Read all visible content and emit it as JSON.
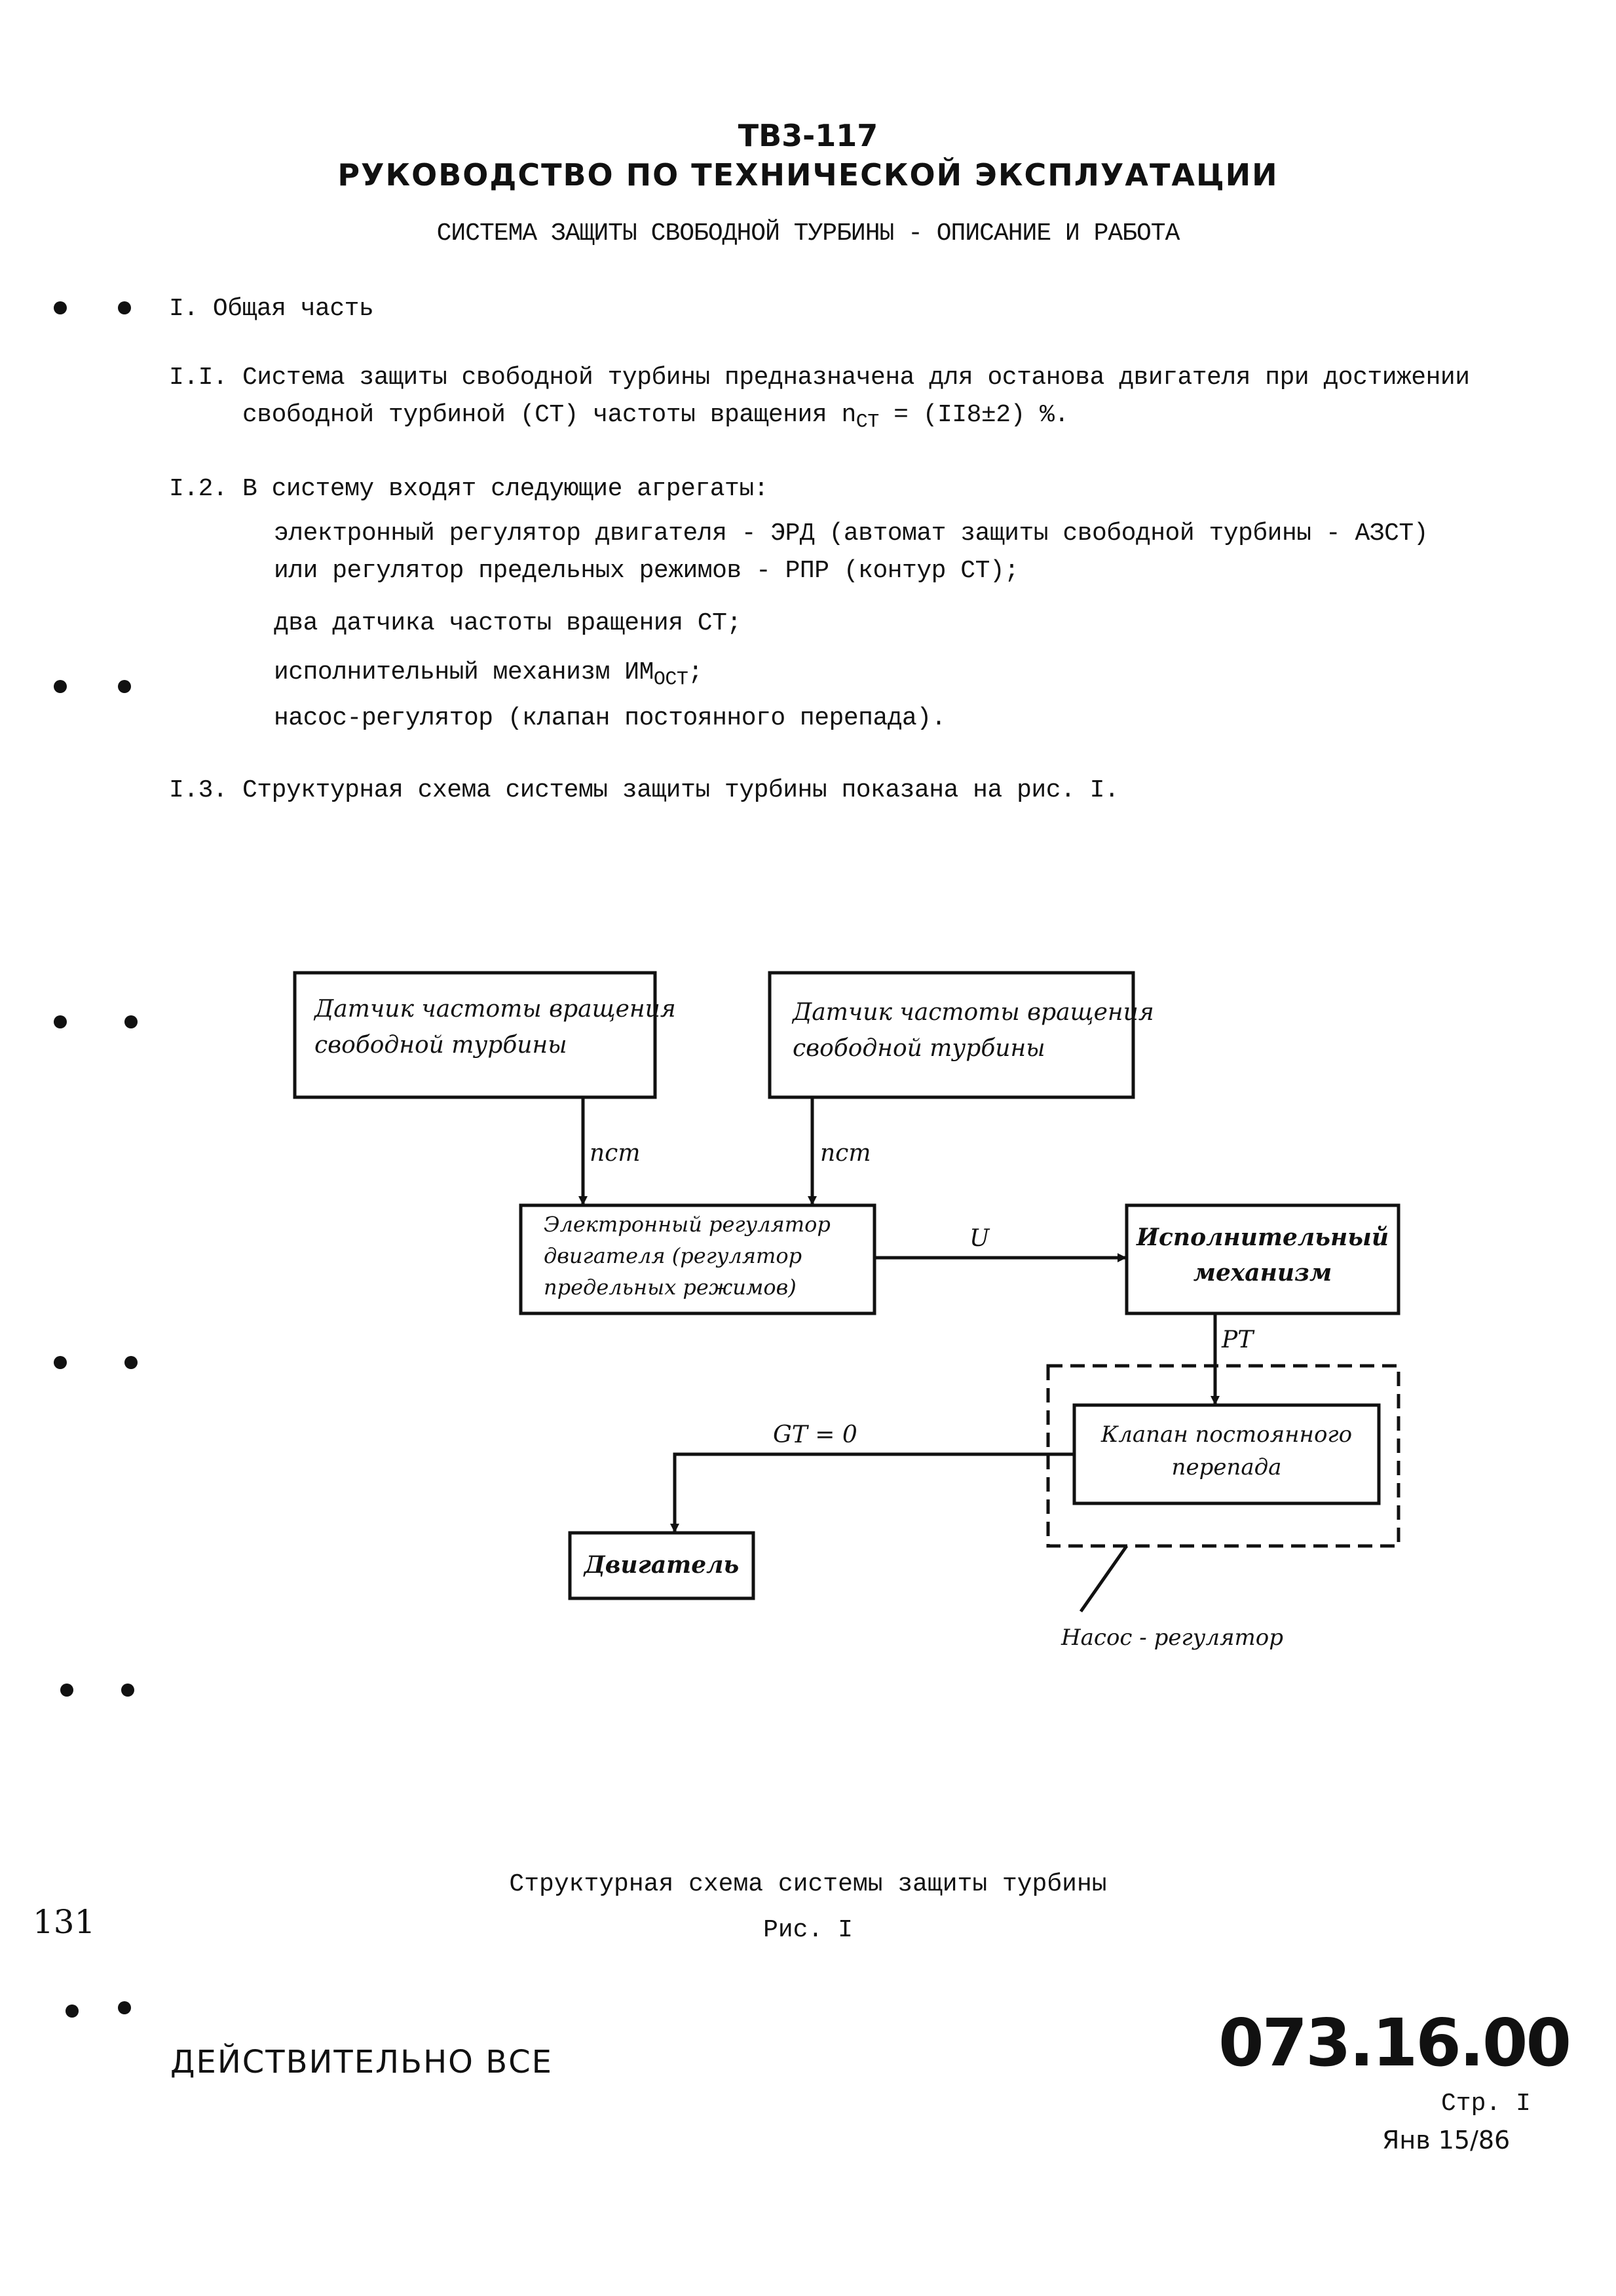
{
  "header": {
    "doc_code": "ТВ3-117",
    "manual_title": "РУКОВОДСТВО ПО ТЕХНИЧЕСКОЙ ЭКСПЛУАТАЦИИ",
    "section_title": "СИСТЕМА ЗАЩИТЫ СВОБОДНОЙ ТУРБИНЫ - ОПИСАНИЕ И РАБОТА"
  },
  "body": {
    "s1": "I. Общая часть",
    "s1_1_num": "I.I.",
    "s1_1_line1": "Система защиты свободной турбины предназначена для останова двигателя при достижении",
    "s1_1_line2_pre": "свободной турбиной (СТ) частоты вращения n",
    "s1_1_line2_sub": "СТ",
    "s1_1_line2_post": " = (II8±2) %.",
    "s1_2_num": "I.2.",
    "s1_2_intro": "В систему входят следующие агрегаты:",
    "items": {
      "i1_line1": "электронный регулятор двигателя - ЭРД (автомат защиты свободной турбины - АЗСТ)",
      "i1_line2": "или регулятор предельных режимов - РПР (контур СТ);",
      "i2": "два датчика частоты вращения СТ;",
      "i3_pre": "исполнительный механизм ИМ",
      "i3_sub": "ОСТ",
      "i3_post": ";",
      "i4": "насос-регулятор (клапан постоянного перепада)."
    },
    "s1_3_num": "I.3.",
    "s1_3": "Структурная схема системы защиты турбины показана на рис. I."
  },
  "diagram": {
    "sensor1": [
      "Датчик  частоты вращения",
      "свободной   турбины"
    ],
    "sensor2": [
      "Датчик частоты вращения",
      "свободной  турбины"
    ],
    "signal_n": "nст",
    "controller": [
      "Электронный  регулятор",
      "двигателя (регулятор",
      "предельных режимов)"
    ],
    "signal_u": "U",
    "actuator": [
      "Исполнительный",
      "механизм"
    ],
    "signal_p": "PТ",
    "valve": [
      "Клапан  постоянного",
      "перепада"
    ],
    "signal_g": "GТ = 0",
    "engine": "Двигатель",
    "pump_label": "Насос - регулятор"
  },
  "caption": {
    "title": "Структурная схема системы защиты турбины",
    "fig": "Рис. I"
  },
  "margin_note": "131",
  "footer": {
    "validity": "ДЕЙСТВИТЕЛЬНО  ВСЕ",
    "doc_number": "073.16.00",
    "page": "Стр. I",
    "date": "Янв 15/86"
  }
}
